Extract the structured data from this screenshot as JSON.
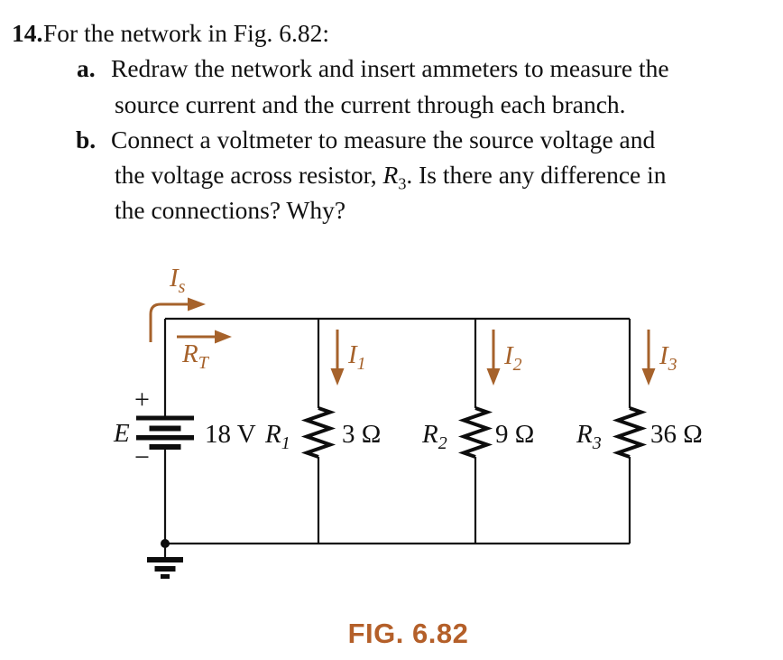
{
  "colors": {
    "annotation": "#a6622b",
    "caption": "#b45f29",
    "ink": "#111111"
  },
  "problem": {
    "number": "14.",
    "intro": "For the network in Fig. 6.82:",
    "item_a": {
      "label": "a.",
      "line1": "Redraw the network and insert ammeters to measure the",
      "line2": "source current and the current through each branch."
    },
    "item_b": {
      "label": "b.",
      "line1": "Connect a voltmeter to measure the source voltage and",
      "line2_pre": "the voltage across resistor, ",
      "line2_sym": "R",
      "line2_sub": "3",
      "line2_post": ". Is there any difference in",
      "line3": "the connections? Why?"
    }
  },
  "figure": {
    "caption": "FIG. 6.82",
    "source": {
      "label": "E",
      "plus": "+",
      "minus": "−",
      "voltage": "18 V"
    },
    "annotations": {
      "source_current": {
        "main": "I",
        "sub": "s"
      },
      "total_resistance": {
        "main": "R",
        "sub": "T"
      },
      "branch_currents": [
        {
          "main": "I",
          "sub": "1"
        },
        {
          "main": "I",
          "sub": "2"
        },
        {
          "main": "I",
          "sub": "3"
        }
      ]
    },
    "resistors": [
      {
        "sym": "R",
        "sub": "1",
        "value": "3 Ω"
      },
      {
        "sym": "R",
        "sub": "2",
        "value": "9 Ω"
      },
      {
        "sym": "R",
        "sub": "3",
        "value": "36 Ω"
      }
    ]
  }
}
